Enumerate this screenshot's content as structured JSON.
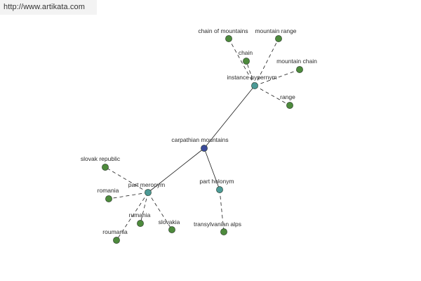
{
  "banner": {
    "url": "http://www.artikata.com"
  },
  "graph": {
    "colors": {
      "root": "#3b4a9a",
      "relation": "#4c9a96",
      "term": "#4d8a3c",
      "node_stroke": "#2a3a2a",
      "edge": "#1a1a1a"
    },
    "root": {
      "id": "root",
      "label": "carpathian mountains"
    },
    "relations": [
      {
        "id": "hypernym",
        "label": "instance hypernym",
        "parent": "root"
      },
      {
        "id": "meronym",
        "label": "part meronym",
        "parent": "root"
      },
      {
        "id": "holonym",
        "label": "part holonym",
        "parent": "root"
      }
    ],
    "terms": [
      {
        "id": "t1",
        "label": "chain of mountains",
        "parent": "hypernym"
      },
      {
        "id": "t2",
        "label": "mountain range",
        "parent": "hypernym"
      },
      {
        "id": "t3",
        "label": "chain",
        "parent": "hypernym"
      },
      {
        "id": "t4",
        "label": "mountain chain",
        "parent": "hypernym"
      },
      {
        "id": "t5",
        "label": "range",
        "parent": "hypernym"
      },
      {
        "id": "t6",
        "label": "slovak republic",
        "parent": "meronym"
      },
      {
        "id": "t7",
        "label": "romania",
        "parent": "meronym"
      },
      {
        "id": "t8",
        "label": "rumania",
        "parent": "meronym"
      },
      {
        "id": "t9",
        "label": "slovakia",
        "parent": "meronym"
      },
      {
        "id": "t10",
        "label": "roumania",
        "parent": "meronym"
      },
      {
        "id": "t11",
        "label": "transylvanian alps",
        "parent": "holonym"
      }
    ]
  }
}
